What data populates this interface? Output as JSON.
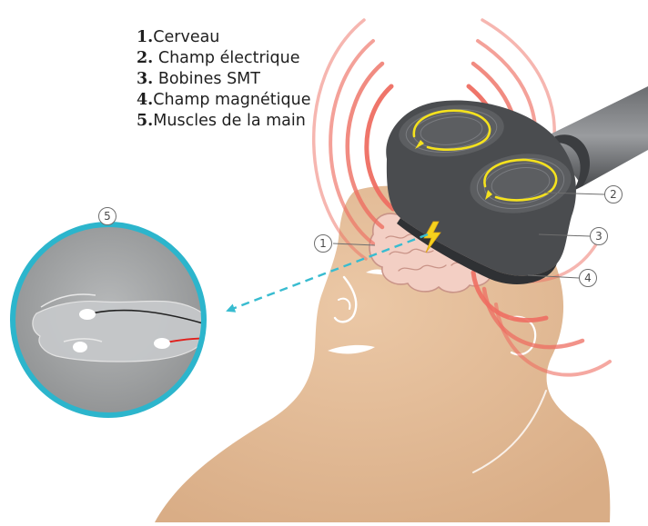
{
  "legend": [
    {
      "num": "1.",
      "label": "Cerveau"
    },
    {
      "num": "2.",
      "label": " Champ électrique"
    },
    {
      "num": "3.",
      "label": " Bobines SMT"
    },
    {
      "num": "4.",
      "label": "Champ magnétique"
    },
    {
      "num": "5.",
      "label": "Muscles de la main"
    }
  ],
  "callouts": {
    "brain": "1",
    "electric_field": "2",
    "tms_coils": "3",
    "magnetic_field": "4",
    "hand_muscles": "5"
  },
  "colors": {
    "skin": "#e3bd99",
    "skin_shadow": "#d3a983",
    "brain": "#f3cfc4",
    "brain_outline": "#c99488",
    "coil_body": "#4a4c4f",
    "coil_dark": "#2f3134",
    "field_line": "#ee6e62",
    "coil_current": "#f5e21d",
    "signal_arrow": "#38bcd0",
    "inset_border": "#2cb5cc",
    "inset_bg": "#a3a5a6",
    "electrode_wire_dark": "#222222",
    "electrode_wire_red": "#e0201c"
  }
}
